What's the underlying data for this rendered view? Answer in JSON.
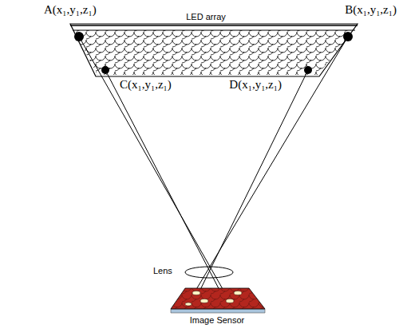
{
  "diagram": {
    "labels": [
      "A(x₁,y₁,z₁)",
      "LED array",
      "B(x₁,y₁,z₁)",
      "C(x₁,y₁,z₁)",
      "D(x₁,y₁,z₁)",
      "Lens",
      "Image Sensor"
    ]
  }
}
